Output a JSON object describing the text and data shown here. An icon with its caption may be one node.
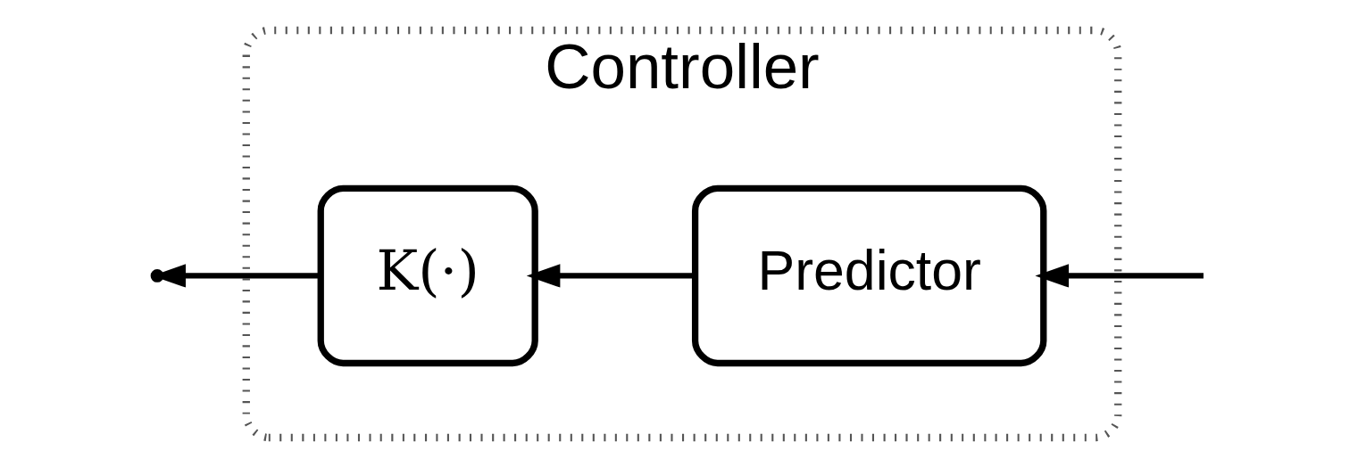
{
  "diagram": {
    "nodes": [
      {
        "text": [
          "Controller"
        ]
      },
      {
        "text": [
          "K(·)"
        ],
        "in": 0
      },
      {
        "text": [
          "Predictor"
        ],
        "in": 0
      }
    ],
    "edges": [
      {
        "from": null,
        "to": 2,
        "arrow": "to"
      },
      {
        "from": 2,
        "to": 1,
        "arrow": "to"
      },
      {
        "from": 1,
        "to": null,
        "arrow": "to"
      }
    ]
  }
}
